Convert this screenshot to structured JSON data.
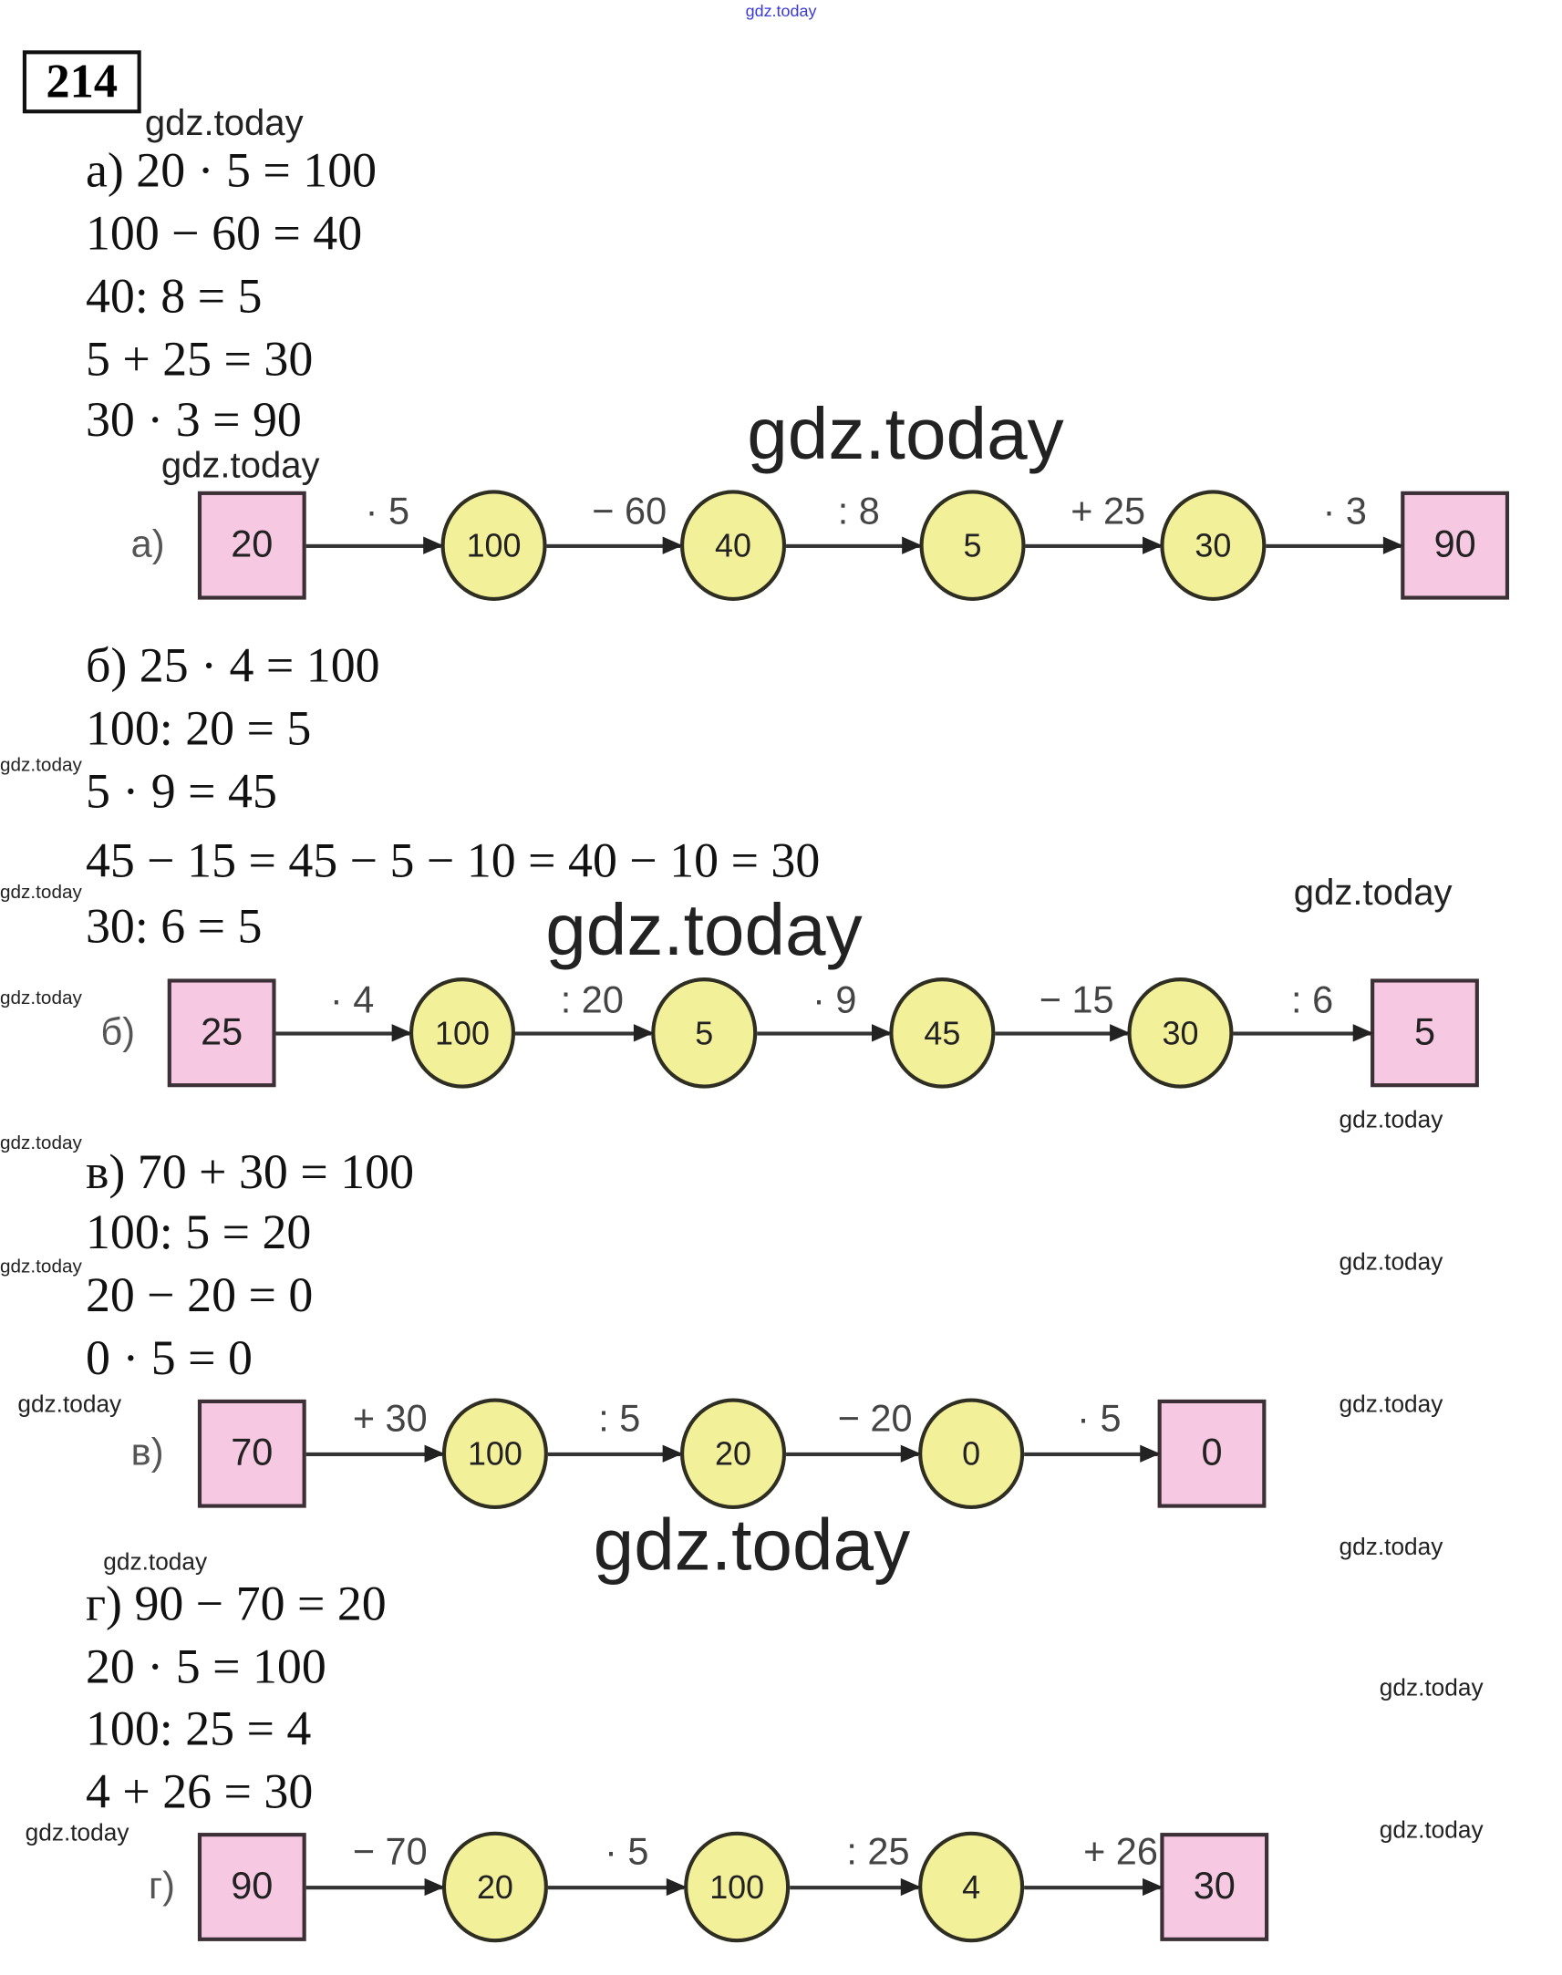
{
  "top_watermark": "gdz.today",
  "exercise_number": "214",
  "watermark": "gdz.today",
  "sections": [
    {
      "label": "а)",
      "equations": [
        "а) 20 · 5 = 100",
        "100 − 60 = 40",
        "40: 8 = 5",
        "5 + 25 = 30",
        "30 · 3 = 90"
      ]
    },
    {
      "label": "б)",
      "equations": [
        "б) 25 · 4 = 100",
        "100: 20 = 5",
        "5 · 9 = 45",
        "45 − 15 = 45 − 5 − 10 = 40 − 10 = 30",
        "30: 6 = 5"
      ]
    },
    {
      "label": "в)",
      "equations": [
        "в) 70 + 30 = 100",
        "100: 5 = 20",
        "20 − 20 = 0",
        "0 · 5 = 0"
      ]
    },
    {
      "label": "г)",
      "equations": [
        "г) 90 − 70 = 20",
        "20 · 5 = 100",
        "100: 25 = 4",
        "4 + 26 = 30"
      ]
    }
  ],
  "diagrams": [
    {
      "label": "а)",
      "nodes": [
        "20",
        "100",
        "40",
        "5",
        "30",
        "90"
      ],
      "ops": [
        "· 5",
        "− 60",
        ": 8",
        "+ 25",
        "· 3"
      ]
    },
    {
      "label": "б)",
      "nodes": [
        "25",
        "100",
        "5",
        "45",
        "30",
        "5"
      ],
      "ops": [
        "· 4",
        ": 20",
        "· 9",
        "− 15",
        ": 6"
      ]
    },
    {
      "label": "в)",
      "nodes": [
        "70",
        "100",
        "20",
        "0",
        "0"
      ],
      "ops": [
        "+ 30",
        ": 5",
        "− 20",
        "· 5"
      ]
    },
    {
      "label": "г)",
      "nodes": [
        "90",
        "20",
        "100",
        "4",
        "30"
      ],
      "ops": [
        "− 70",
        "· 5",
        ": 25",
        "+ 26"
      ]
    }
  ],
  "colors": {
    "square_fill": "#f6c8e2",
    "circle_fill": "#f3f09a",
    "top_watermark": "#3a3ad8"
  }
}
